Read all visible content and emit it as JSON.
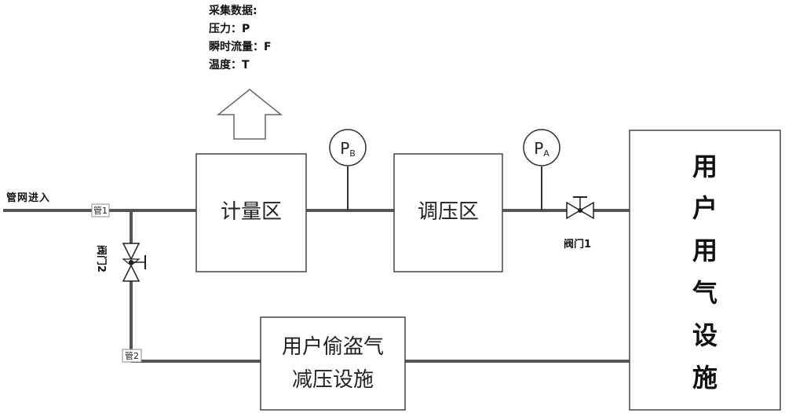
{
  "collection": {
    "heading": "采集数据:",
    "pressure": "压力：P",
    "flow": "瞬时流量：F",
    "temperature": "温度：T"
  },
  "inlet_label": "管网进入",
  "pipe1_label": "管1",
  "pipe2_label": "管2",
  "valve1_label": "阀门1",
  "valve2_label": "阀门2",
  "metering_label": "计量区",
  "regulating_label": "调压区",
  "gauge_b": {
    "main": "P",
    "sub": "B"
  },
  "gauge_a": {
    "main": "P",
    "sub": "A"
  },
  "theft_line1": "用户偷盗气",
  "theft_line2": "减压设施",
  "user_equipment": [
    "用",
    "户",
    "用",
    "气",
    "设",
    "施"
  ]
}
